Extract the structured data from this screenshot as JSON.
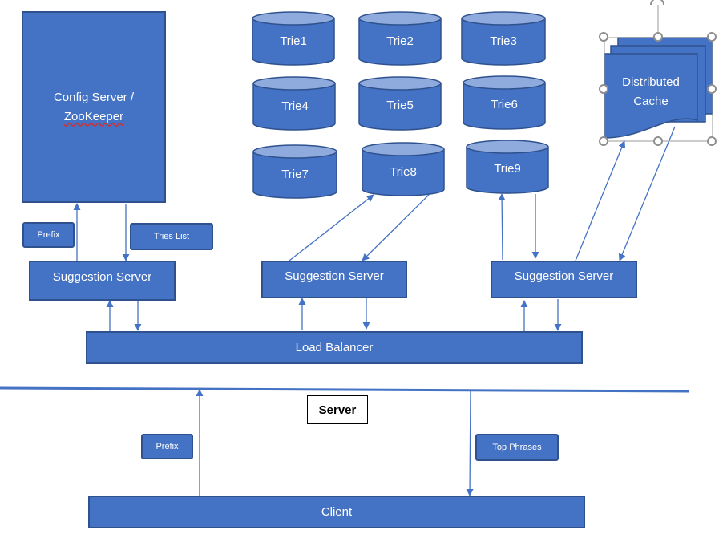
{
  "config_server": {
    "line1": "Config Server /",
    "line2": "ZooKeeper"
  },
  "tries": [
    "Trie1",
    "Trie2",
    "Trie3",
    "Trie4",
    "Trie5",
    "Trie6",
    "Trie7",
    "Trie8",
    "Trie9"
  ],
  "distributed_cache": {
    "line1": "Distributed",
    "line2": "Cache"
  },
  "labels": {
    "prefix_top": "Prefix",
    "tries_list": "Tries List",
    "prefix_bottom": "Prefix",
    "top_phrases": "Top Phrases",
    "server": "Server"
  },
  "suggestion_servers": [
    "Suggestion Server",
    "Suggestion Server",
    "Suggestion Server"
  ],
  "load_balancer": "Load Balancer",
  "client": "Client",
  "colors": {
    "fill": "#4472C4",
    "stroke": "#2F528F",
    "cylinder_top": "#8FAADC",
    "line": "#4472C4"
  }
}
